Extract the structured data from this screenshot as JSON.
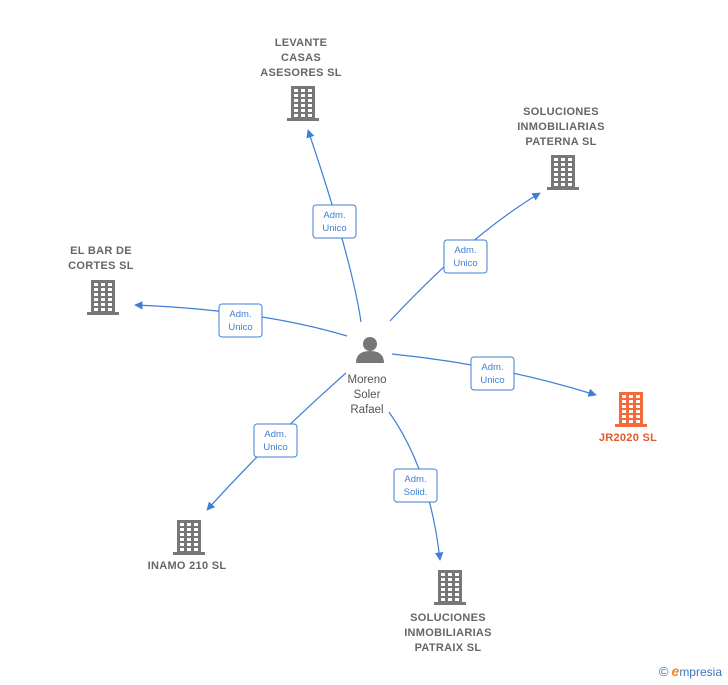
{
  "person": {
    "lines": [
      "Moreno",
      "Soler",
      "Rafael"
    ],
    "icon": "person-icon",
    "color": "#777777"
  },
  "companies": [
    {
      "id": "levante",
      "lines": [
        "LEVANTE",
        "CASAS",
        "ASESORES  SL"
      ],
      "icon": "building-icon",
      "color": "#777777"
    },
    {
      "id": "paterna",
      "lines": [
        "SOLUCIONES",
        "INMOBILIARIAS",
        "PATERNA  SL"
      ],
      "icon": "building-icon",
      "color": "#777777"
    },
    {
      "id": "elbar",
      "lines": [
        "EL BAR DE",
        "CORTES  SL"
      ],
      "icon": "building-icon",
      "color": "#777777"
    },
    {
      "id": "jr2020",
      "lines": [
        "JR2020  SL"
      ],
      "icon": "building-icon",
      "color": "#f26b3a",
      "highlight": true
    },
    {
      "id": "inamo",
      "lines": [
        "INAMO 210 SL"
      ],
      "icon": "building-icon",
      "color": "#777777"
    },
    {
      "id": "patraix",
      "lines": [
        "SOLUCIONES",
        "INMOBILIARIAS",
        "PATRAIX  SL"
      ],
      "icon": "building-icon",
      "color": "#777777"
    }
  ],
  "edges": [
    {
      "to": "levante",
      "label": [
        "Adm.",
        "Unico"
      ]
    },
    {
      "to": "paterna",
      "label": [
        "Adm.",
        "Unico"
      ]
    },
    {
      "to": "elbar",
      "label": [
        "Adm.",
        "Unico"
      ]
    },
    {
      "to": "jr2020",
      "label": [
        "Adm.",
        "Unico"
      ]
    },
    {
      "to": "inamo",
      "label": [
        "Adm.",
        "Unico"
      ]
    },
    {
      "to": "patraix",
      "label": [
        "Adm.",
        "Solid."
      ]
    }
  ],
  "footer": {
    "copyright": "©",
    "brand_initial": "e",
    "brand_rest": "mpresia"
  },
  "colors": {
    "edge": "#3d7fd4",
    "node_text": "#666666",
    "highlight": "#e05a2b"
  }
}
